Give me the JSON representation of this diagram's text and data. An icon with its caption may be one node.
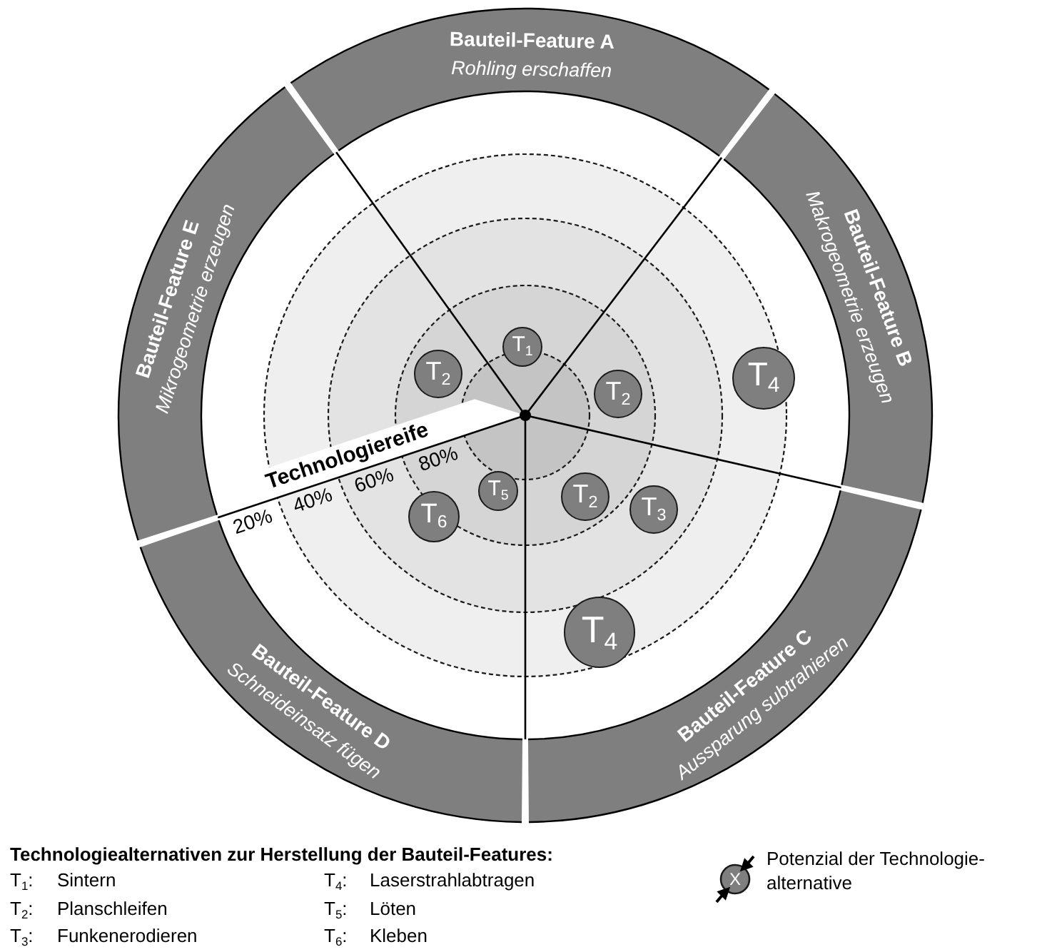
{
  "diagram": {
    "nodes": [
      {
        "text": [
          "Bauteil-Feature A",
          "Rohling erschaffen"
        ]
      },
      {
        "text": [
          "Bauteil-Feature B",
          "Makrogeometrie erzeugen"
        ]
      },
      {
        "text": [
          "Bauteil-Feature C",
          "Aussparung subtrahieren"
        ]
      },
      {
        "text": [
          "Bauteil-Feature D",
          "Schneideinsatz fügen"
        ]
      },
      {
        "text": [
          "Bauteil-Feature E",
          "Mikrogeometrie erzeugen"
        ]
      },
      {
        "text": [
          "T$_{1}$"
        ]
      },
      {
        "text": [
          "T$_{2}$"
        ]
      },
      {
        "text": [
          "T$_{4}$"
        ]
      },
      {
        "text": [
          "T$_{2}$"
        ]
      },
      {
        "text": [
          "T$_{5}$"
        ]
      },
      {
        "text": [
          "T$_{2}$"
        ]
      },
      {
        "text": [
          "T$_{3}$"
        ]
      },
      {
        "text": [
          "T$_{6}$"
        ]
      },
      {
        "text": [
          "T$_{4}$"
        ]
      }
    ],
    "labels": [
      "Technologiereife",
      "20%",
      "40%",
      "60%",
      "80%",
      "Technologiealternativen zur Herstellung der Bauteil-Features:",
      "T$_{1}$:",
      "Sintern",
      "T$_{4}$:",
      "Laserstrahlabtragen",
      "T$_{2}$:",
      "Planschleifen",
      "T$_{5}$:",
      "Löten",
      "T$_{3}$:",
      "Funkenerodieren",
      "T$_{6}$:",
      "Kleben",
      "X"
    ],
    "legend": [
      {
        "text": "Potenzial der Technologie-alternative"
      }
    ]
  }
}
